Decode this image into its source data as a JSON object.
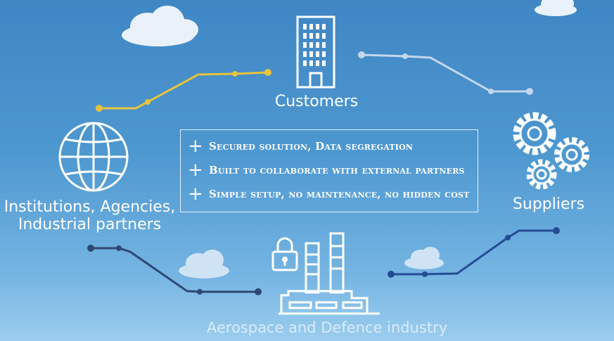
{
  "nodes": {
    "customers": "Customers",
    "suppliers": "Suppliers",
    "institutions": "Institutions, Agencies, Industrial partners",
    "aerospace": "Aerospace and Defence industry"
  },
  "benefits": [
    "Secured solution, Data segregation",
    "Built to collaborate with external partners",
    "Simple setup, no maintenance, no hidden cost"
  ],
  "icons": {
    "customers": "office-building-icon",
    "suppliers": "gears-icon",
    "institutions": "globe-icon",
    "aerospace": "factory-lock-icon"
  },
  "colors": {
    "connector_yellow": "#e8c33a",
    "connector_light": "#c4d6ee",
    "connector_navy": "#2f4774",
    "connector_blue": "#244c94",
    "plus_sign": "#ffffff"
  }
}
